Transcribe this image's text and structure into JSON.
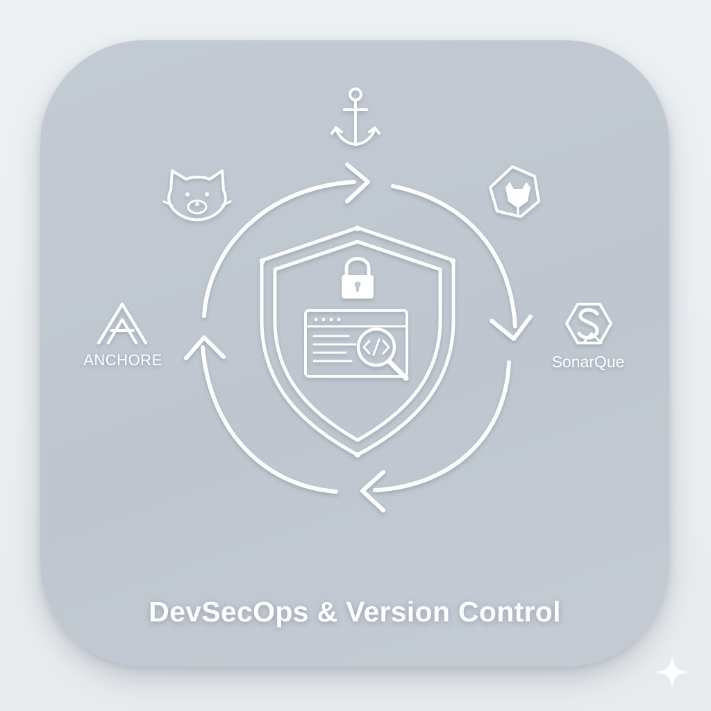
{
  "title": "DevSecOps & Version Control",
  "tools": {
    "anchore_label": "ANCHORE",
    "sonar_label": "SonarQue"
  },
  "icons": {
    "top": "anchor-icon",
    "top_left": "red-panda-icon",
    "top_right": "gitlab-icon",
    "left": "anchore-logo-icon",
    "right": "sonarqube-logo-icon",
    "center": "security-shield-icon",
    "inner": "lock-icon",
    "code": "code-window-icon",
    "search": "magnifier-code-icon",
    "corner": "sparkle-icon"
  },
  "colors": {
    "tile": "#c1c8d1",
    "stroke": "#ffffff",
    "background": "#eceff2"
  }
}
